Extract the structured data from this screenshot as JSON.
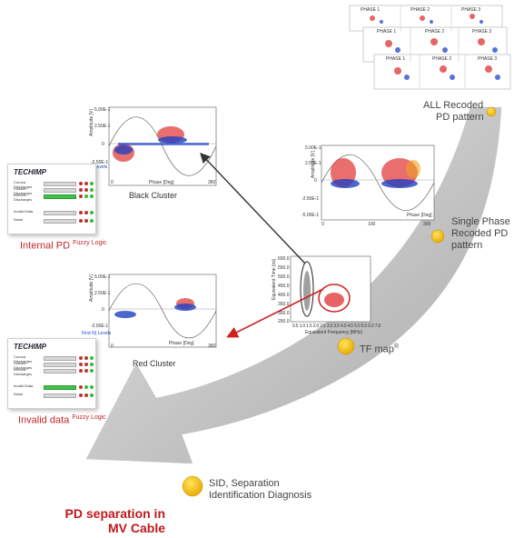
{
  "stages": {
    "all_recorded": {
      "line1": "ALL Recoded",
      "line2": "PD pattern"
    },
    "single_phase": {
      "line1": "Single Phase",
      "line2": "Recoded PD",
      "line3": "pattern"
    },
    "tf_map": {
      "label": "TF map",
      "sup": "®"
    },
    "sid": {
      "line1": "SID, Separation",
      "line2": "Identification Diagnosis"
    }
  },
  "title": {
    "line1": "PD separation in",
    "line2": "MV Cable"
  },
  "clusters": {
    "black": {
      "label": "Black Cluster",
      "ylabel": "Amplitude [V]",
      "xlabel": "Phase [Deg]",
      "ticks_y": [
        "5.00E-1",
        "2.50E-1",
        "0",
        "-2.50E-1"
      ],
      "ticks_x": [
        "0",
        "360"
      ],
      "legend": "First N) Levels"
    },
    "red": {
      "label": "Red Cluster",
      "ylabel": "Amplitude [V]",
      "xlabel": "Phase [Deg]",
      "ticks_y": [
        "5.00E-1",
        "2.50E-1",
        "0",
        "-2.50E-1"
      ],
      "ticks_x": [
        "0",
        "360"
      ],
      "legend": "First N) Levels"
    }
  },
  "single_phase_plot": {
    "ylabel": "Amplitude [V]",
    "xlabel": "Phase [Deg]",
    "ticks_y": [
      "5.00E-1",
      "2.50E-1",
      "0",
      "-2.50E-1",
      "-5.00E-1"
    ],
    "ticks_x": [
      "0",
      "100",
      "300"
    ]
  },
  "tf_plot": {
    "ylabel": "Equivalent Time [ns]",
    "xlabel": "Equivalent Frequency [MHz]",
    "ticks_y": [
      "600.0",
      "550.0",
      "500.0",
      "450.0",
      "400.0",
      "350.0",
      "300.0",
      "250.0"
    ],
    "ticks_x": [
      "0.5",
      "1.0",
      "1.5",
      "2.0",
      "2.5",
      "3.0",
      "3.5",
      "4.0",
      "4.5",
      "5.0",
      "5.5",
      "6.0",
      "7.0"
    ]
  },
  "panels": {
    "internal": {
      "logo": "TECHIMP",
      "rows": [
        "Corona Discharges",
        "Surface Discharges",
        "Internal Discharges"
      ],
      "rows2": [
        "Invalid Data",
        "Noise"
      ],
      "caption": "Internal PD",
      "caption_sup": "Fuzzy Logic"
    },
    "invalid": {
      "logo": "TECHIMP",
      "rows": [
        "Corona Discharges",
        "Surface Discharges",
        "Internal Discharges"
      ],
      "rows2": [
        "Invalid Data",
        "Noise"
      ],
      "caption": "Invalid data",
      "caption_sup": "Fuzzy Logic"
    }
  },
  "thumbs": [
    "PHASE 1",
    "PHASE 2",
    "PHASE 3",
    "PHASE 1",
    "PHASE 2",
    "PHASE 3",
    "PHASE 1",
    "PHASE 2",
    "PHASE 3"
  ],
  "colors": {
    "arrow_gray": "#b4b4b4",
    "red": "#d0201e",
    "marker": "#f5c000",
    "title_red": "#c0181c"
  }
}
